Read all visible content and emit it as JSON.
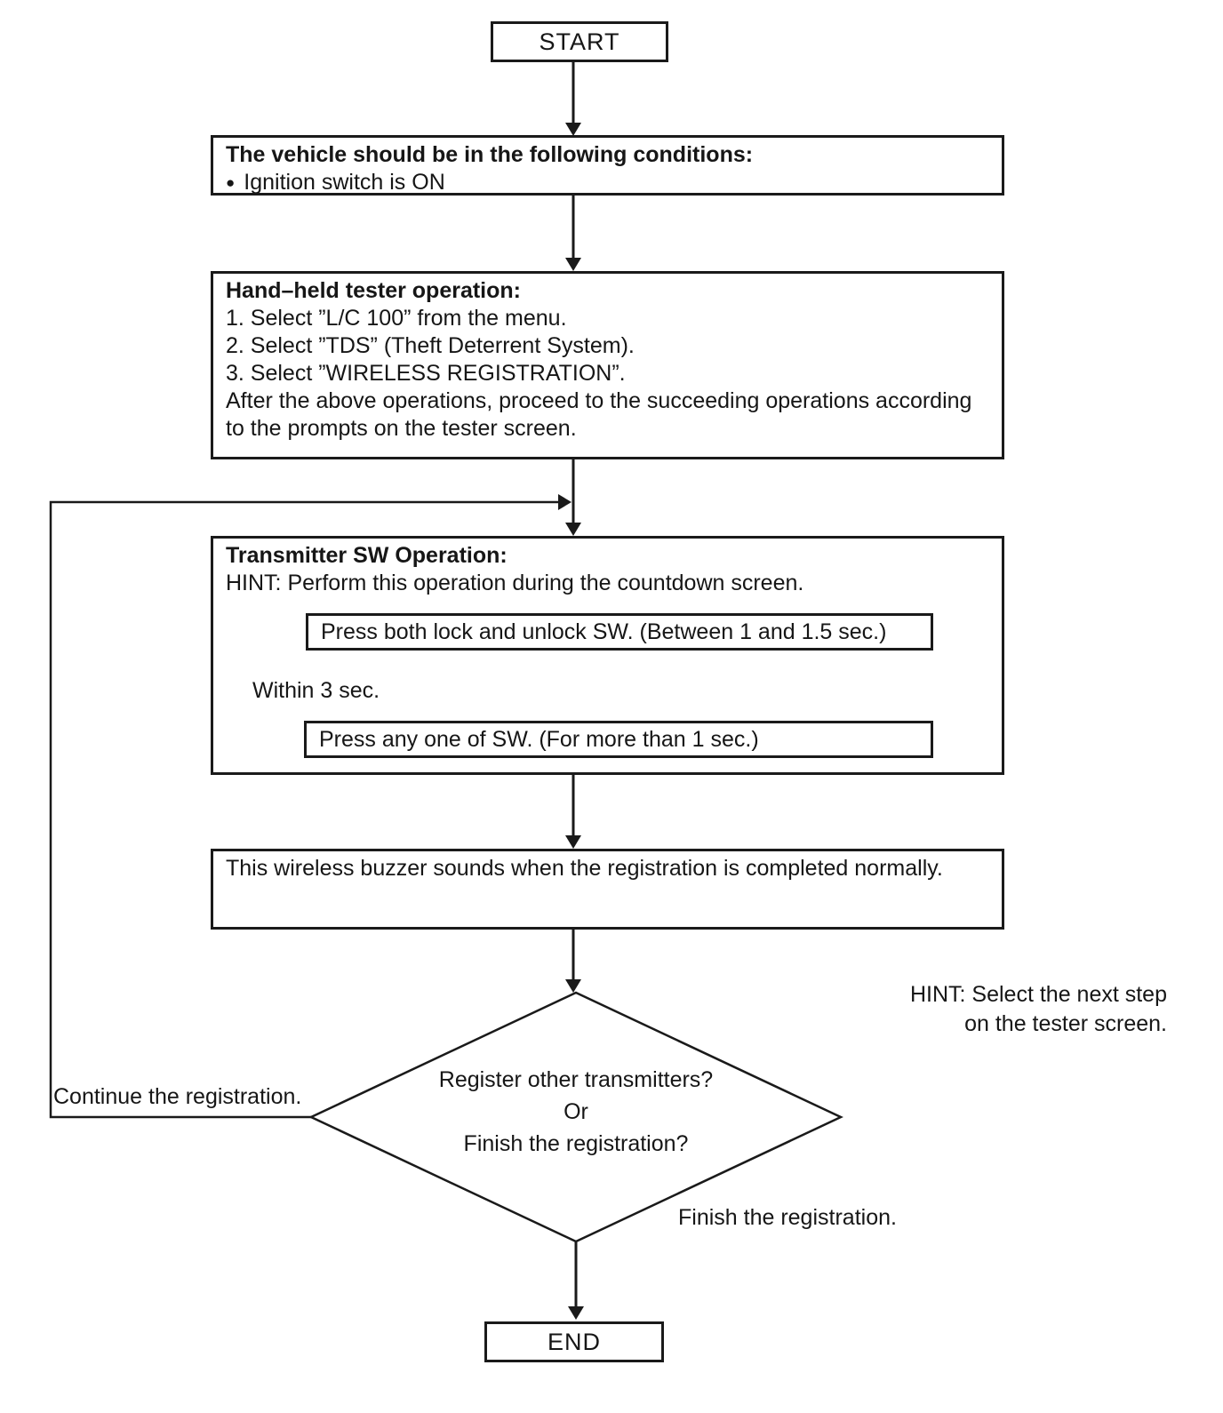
{
  "colors": {
    "ink": "#1a1a1a",
    "paper": "#ffffff"
  },
  "icons": {
    "bullet": "●"
  },
  "nodes": {
    "start": {
      "label": "START"
    },
    "conditions": {
      "title": "The vehicle should be in the following conditions:",
      "bullet": "Ignition switch is ON"
    },
    "tester": {
      "title": "Hand–held tester operation:",
      "steps": [
        "1. Select ”L/C 100” from the menu.",
        "2. Select ”TDS” (Theft Deterrent System).",
        "3. Select ”WIRELESS REGISTRATION”."
      ],
      "note": "After the above operations, proceed to the succeeding operations according to the prompts on the tester screen."
    },
    "transmitter": {
      "title": "Transmitter SW Operation:",
      "hint": "HINT: Perform this operation during the countdown screen.",
      "step1": "Press both lock and unlock SW. (Between 1 and 1.5 sec.)",
      "interval": "Within 3 sec.",
      "step2": "Press any one of SW. (For more than 1 sec.)"
    },
    "buzzer": {
      "text": "This wireless buzzer sounds when the registration is completed normally."
    },
    "decision": {
      "line1": "Register other transmitters?",
      "line2": "Or",
      "line3": "Finish the registration?"
    },
    "end": {
      "label": "END"
    }
  },
  "labels": {
    "hint_line1": "HINT: Select the next step",
    "hint_line2": "on the tester screen.",
    "continue": "Continue the registration.",
    "finish": "Finish the registration."
  }
}
